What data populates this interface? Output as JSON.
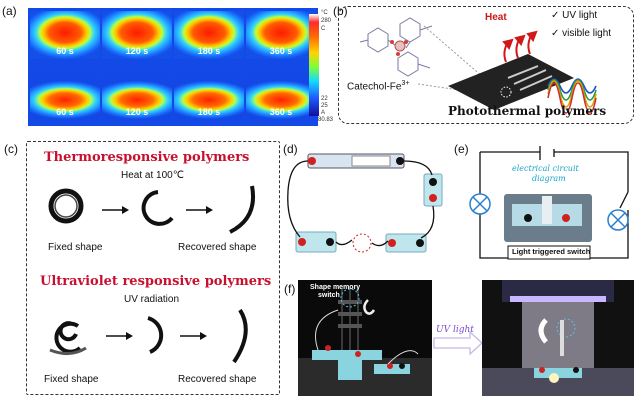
{
  "panel_a": {
    "label": "(a)",
    "row1_times": [
      "60 s",
      "120 s",
      "180 s",
      "360 s"
    ],
    "row2_times": [
      "60 s",
      "120 s",
      "180 s",
      "360 s"
    ],
    "colorbar_unit": "°C",
    "colorbar_top": "280",
    "colorbar_top2": "C",
    "colorbar_low1": "22",
    "colorbar_low2": "25",
    "colorbar_mode": "A",
    "colorbar_value": "80.83"
  },
  "panel_b": {
    "label": "(b)",
    "heat": "Heat",
    "uv": "UV light",
    "visible": "visible light",
    "complex": "Catechol-Fe",
    "complex_sup": "3+",
    "caption": "Photothermal polymers"
  },
  "panel_c": {
    "label": "(c)",
    "title1": "Thermoresponsive polymers",
    "cond1": "Heat at 100℃",
    "fixed1": "Fixed shape",
    "recovered1": "Recovered shape",
    "title2": "Ultraviolet responsive polymers",
    "cond2": "UV radiation",
    "fixed2": "Fixed shape",
    "recovered2": "Recovered shape"
  },
  "panel_d": {
    "label": "(d)"
  },
  "panel_e": {
    "label": "(e)",
    "diagram_label1": "electrical circuit",
    "diagram_label2": "diagram",
    "switch_label": "Light triggered switch"
  },
  "panel_f": {
    "label": "(f)",
    "memory1": "Shape memory",
    "memory2": "switch",
    "uv": "UV light"
  }
}
